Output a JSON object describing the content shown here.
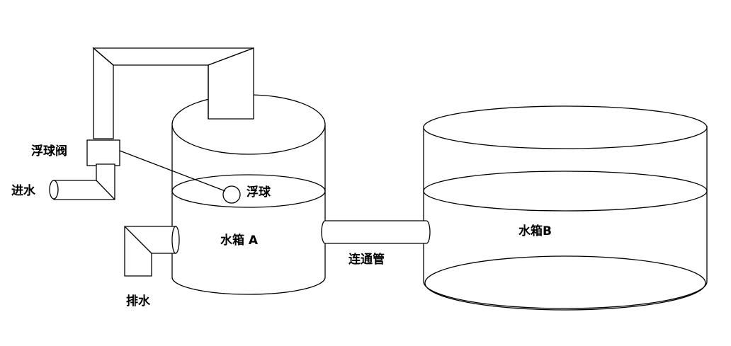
{
  "labels": {
    "float_valve": "浮球阀",
    "inlet": "进水",
    "float_ball": "浮球",
    "tank_a": "水箱 A",
    "drain": "排水",
    "connecting_pipe": "连通管",
    "tank_b": "水箱B"
  }
}
